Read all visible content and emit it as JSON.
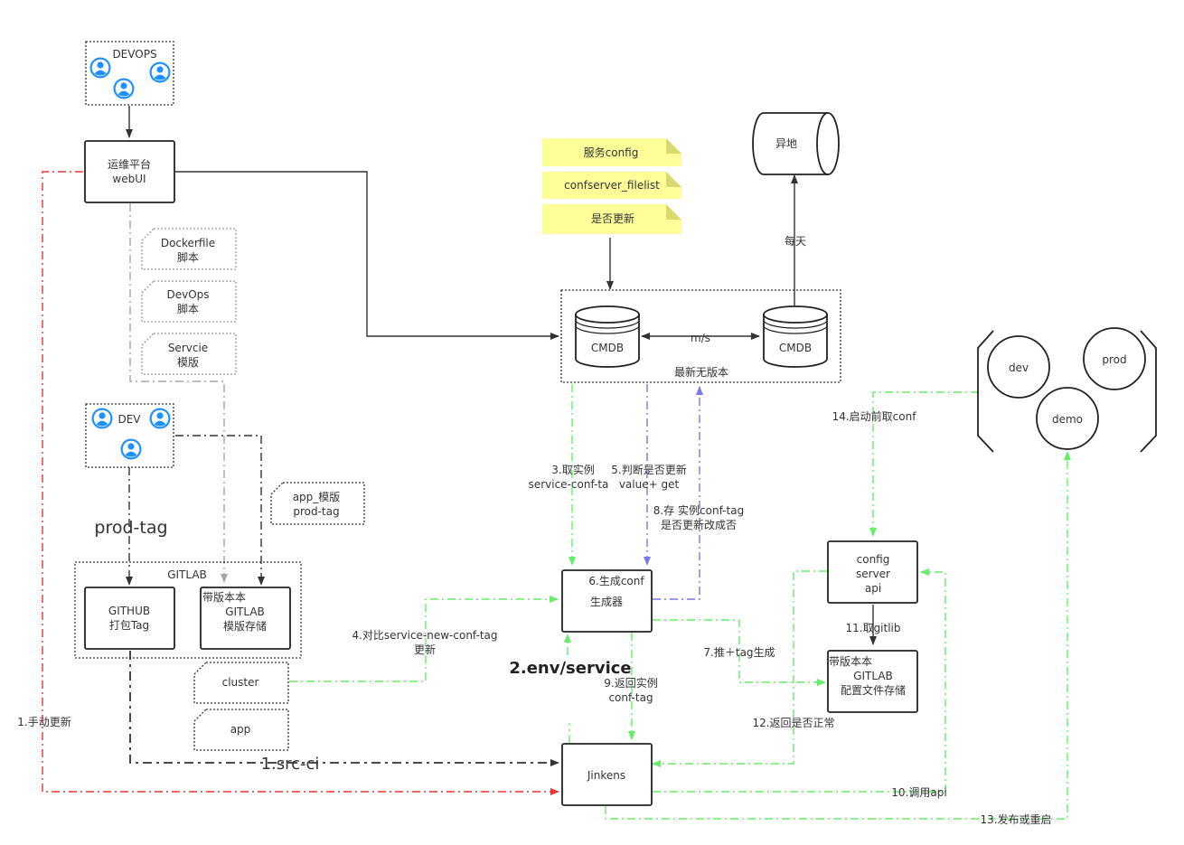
{
  "groups": {
    "devops": "DEVOPS",
    "dev": "DEV",
    "gitlab": "GITLAB"
  },
  "nodes": {
    "ops_platform": [
      "运维平台",
      "webUI"
    ],
    "github_tag": [
      "GITHUB",
      "打包Tag"
    ],
    "gitlab_templates": [
      "带版本本",
      "GITLAB",
      "模版存储"
    ],
    "generator": [
      "6.生成conf",
      "生成器"
    ],
    "jenkins": "Jinkens",
    "config_server": [
      "config",
      "server",
      "api"
    ],
    "gitlab_config": [
      "带版本本",
      "GITLAB",
      "配置文件存储"
    ],
    "offsite": "异地",
    "cmdb_left": "CMDB",
    "cmdb_right": "CMDB"
  },
  "notes": {
    "dockerfile": [
      "Dockerfile",
      "脚本"
    ],
    "devops_script": [
      "DevOps",
      "脚本"
    ],
    "service_template": [
      "Servcie",
      "模版"
    ],
    "app_template": [
      "app_模版",
      "prod-tag"
    ],
    "cluster": "cluster",
    "app": "app",
    "service_config": "服务config",
    "confserver_filelist": "confserver_filelist",
    "is_updated": "是否更新"
  },
  "environments": [
    "dev",
    "prod",
    "demo"
  ],
  "edge_labels": {
    "prod_tag": "prod-tag",
    "src_ci": "1.src-ci",
    "manual_update": "1.手动更新",
    "env_service": "2.env/service",
    "fetch_instance": [
      "3.取实例",
      "service-conf-ta"
    ],
    "compare": [
      "4.对比service-new-conf-tag",
      "更新"
    ],
    "judge": [
      "5.判断是否更新",
      "value+ get"
    ],
    "push_tag": "7.推＋tag生成",
    "store_tag": [
      "8.存 实例conf-tag",
      "是否更新改成否"
    ],
    "return_instance": [
      "9.返回实例",
      "conf-tag"
    ],
    "call_api": "10.调用api",
    "fetch_gitlib": "11.取gitlib",
    "return_ok": "12.返回是否正常",
    "deploy": "13.发布或重启",
    "fetch_conf": "14.启动前取conf",
    "daily": "每天",
    "ms": "m/s",
    "latest_unversioned": "最新无版本"
  },
  "colors": {
    "black": "#333333",
    "grey_dash": "#a6a6a6",
    "green": "#66ee66",
    "blue": "#7777ee",
    "red": "#ee3333",
    "note_yellow": "#ffff99",
    "user_blue": "#1e90ff"
  },
  "icons": [
    "user-icon"
  ]
}
